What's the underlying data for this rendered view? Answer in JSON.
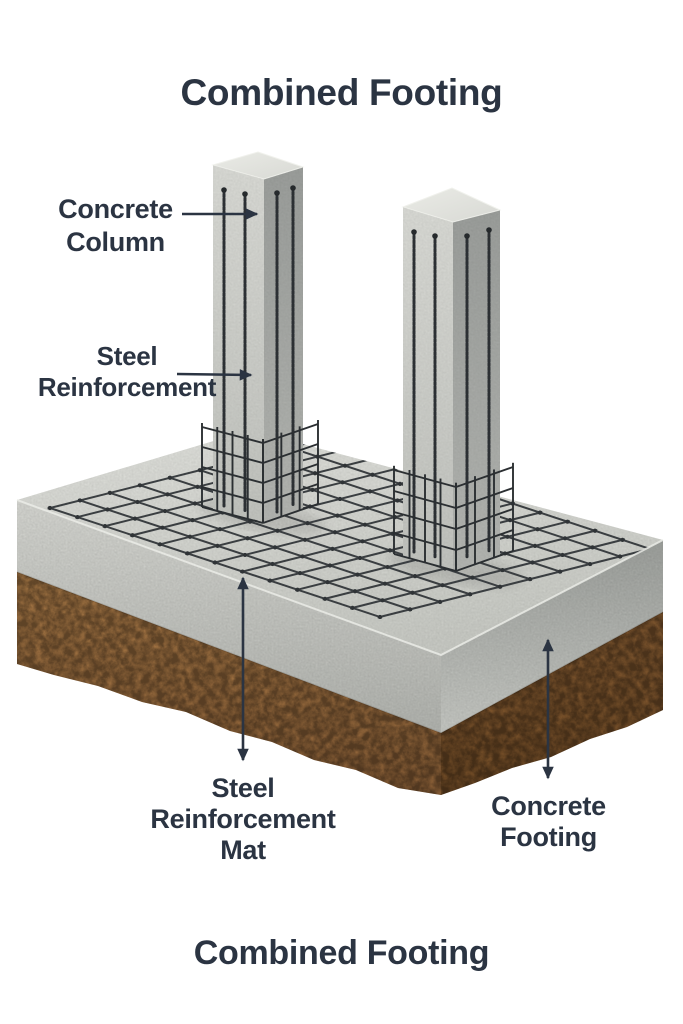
{
  "page": {
    "title_top": "Combined Footing",
    "title_bottom": "Combined Footing"
  },
  "labels": {
    "concrete_column": {
      "line1": "Concrete",
      "line2": "Column"
    },
    "steel_reinforcement": {
      "line1": "Steel",
      "line2": "Reinforcement"
    },
    "steel_reinforcement_mat": {
      "line1": "Steel",
      "line2": "Reinforcement",
      "line3": "Mat"
    },
    "concrete_footing": {
      "line1": "Concrete",
      "line2": "Footing"
    }
  },
  "illustration": {
    "colors": {
      "text": "#2b3442",
      "arrow": "#2b3442",
      "concrete_light": "#d9dad5",
      "concrete_shadow": "#a6a9a5",
      "soil_brown": "#a87540",
      "steel_dark": "#33373a",
      "background": "#ffffff"
    }
  }
}
